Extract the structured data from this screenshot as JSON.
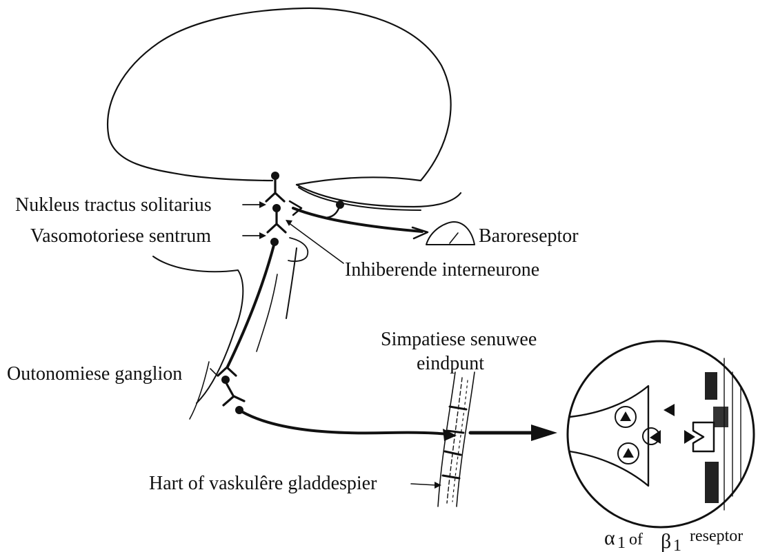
{
  "labels": {
    "nts": "Nukleus tractus solitarius",
    "vasomotor": "Vasomotoriese sentrum",
    "baroreceptor": "Baroreseptor",
    "interneuron": "Inhiberende interneurone",
    "ganglion": "Outonomiese ganglion",
    "sympathetic_line1": "Simpatiese senuwee",
    "sympathetic_line2": "eindpunt",
    "target": "Hart of vaskulêre gladdespier",
    "receptor_alpha": "α",
    "receptor_alpha_sub": "1",
    "receptor_of": "of",
    "receptor_beta": "β",
    "receptor_beta_sub": "1",
    "receptor_suffix": "reseptor"
  },
  "colors": {
    "ink": "#111111",
    "background": "#ffffff"
  }
}
